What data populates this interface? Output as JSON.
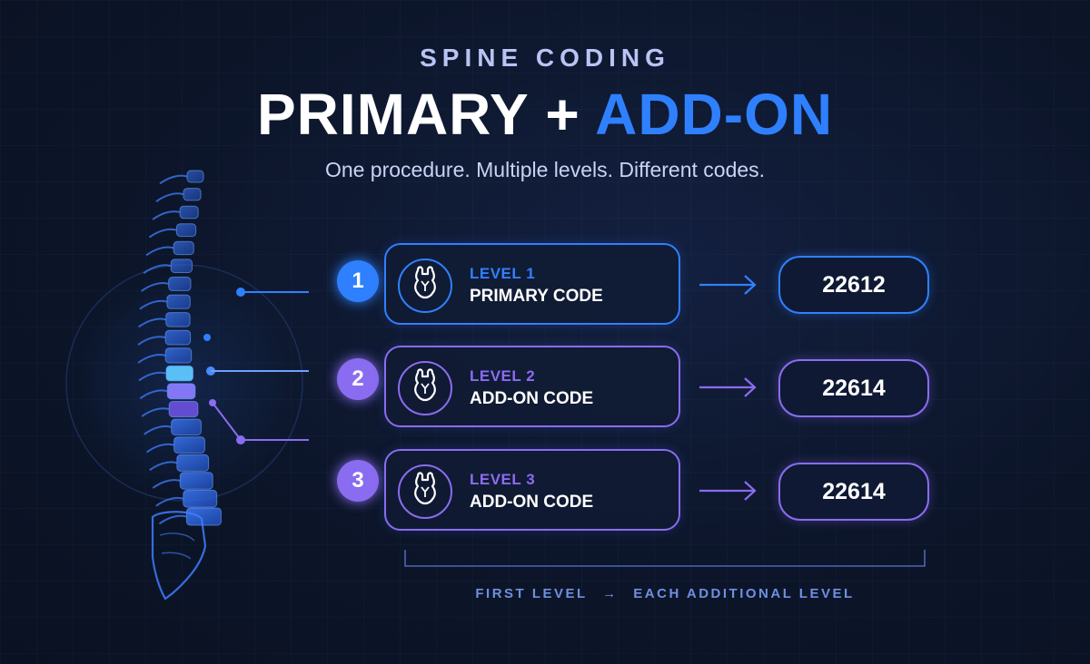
{
  "header": {
    "eyebrow": "SPINE CODING",
    "headline_primary": "PRIMARY",
    "headline_plus": "+",
    "headline_addon": "ADD-ON",
    "subtitle": "One procedure. Multiple levels. Different codes."
  },
  "levels": [
    {
      "number": "1",
      "level_label": "LEVEL 1",
      "code_type": "PRIMARY CODE",
      "code": "22612",
      "accent": "#2f80ff"
    },
    {
      "number": "2",
      "level_label": "LEVEL 2",
      "code_type": "ADD-ON CODE",
      "code": "22614",
      "accent": "#8a6cf0"
    },
    {
      "number": "3",
      "level_label": "LEVEL 3",
      "code_type": "ADD-ON CODE",
      "code": "22614",
      "accent": "#8a6cf0"
    }
  ],
  "footer": {
    "first": "FIRST LEVEL",
    "arrow": "→",
    "rest": "EACH ADDITIONAL LEVEL"
  },
  "colors": {
    "background": "#0c1529",
    "primary_blue": "#2f80ff",
    "addon_purple": "#8a6cf0",
    "muted_text": "#c9d3f5"
  },
  "icons": [
    "spine-illustration",
    "vertebra-icon",
    "arrow-right-icon"
  ]
}
